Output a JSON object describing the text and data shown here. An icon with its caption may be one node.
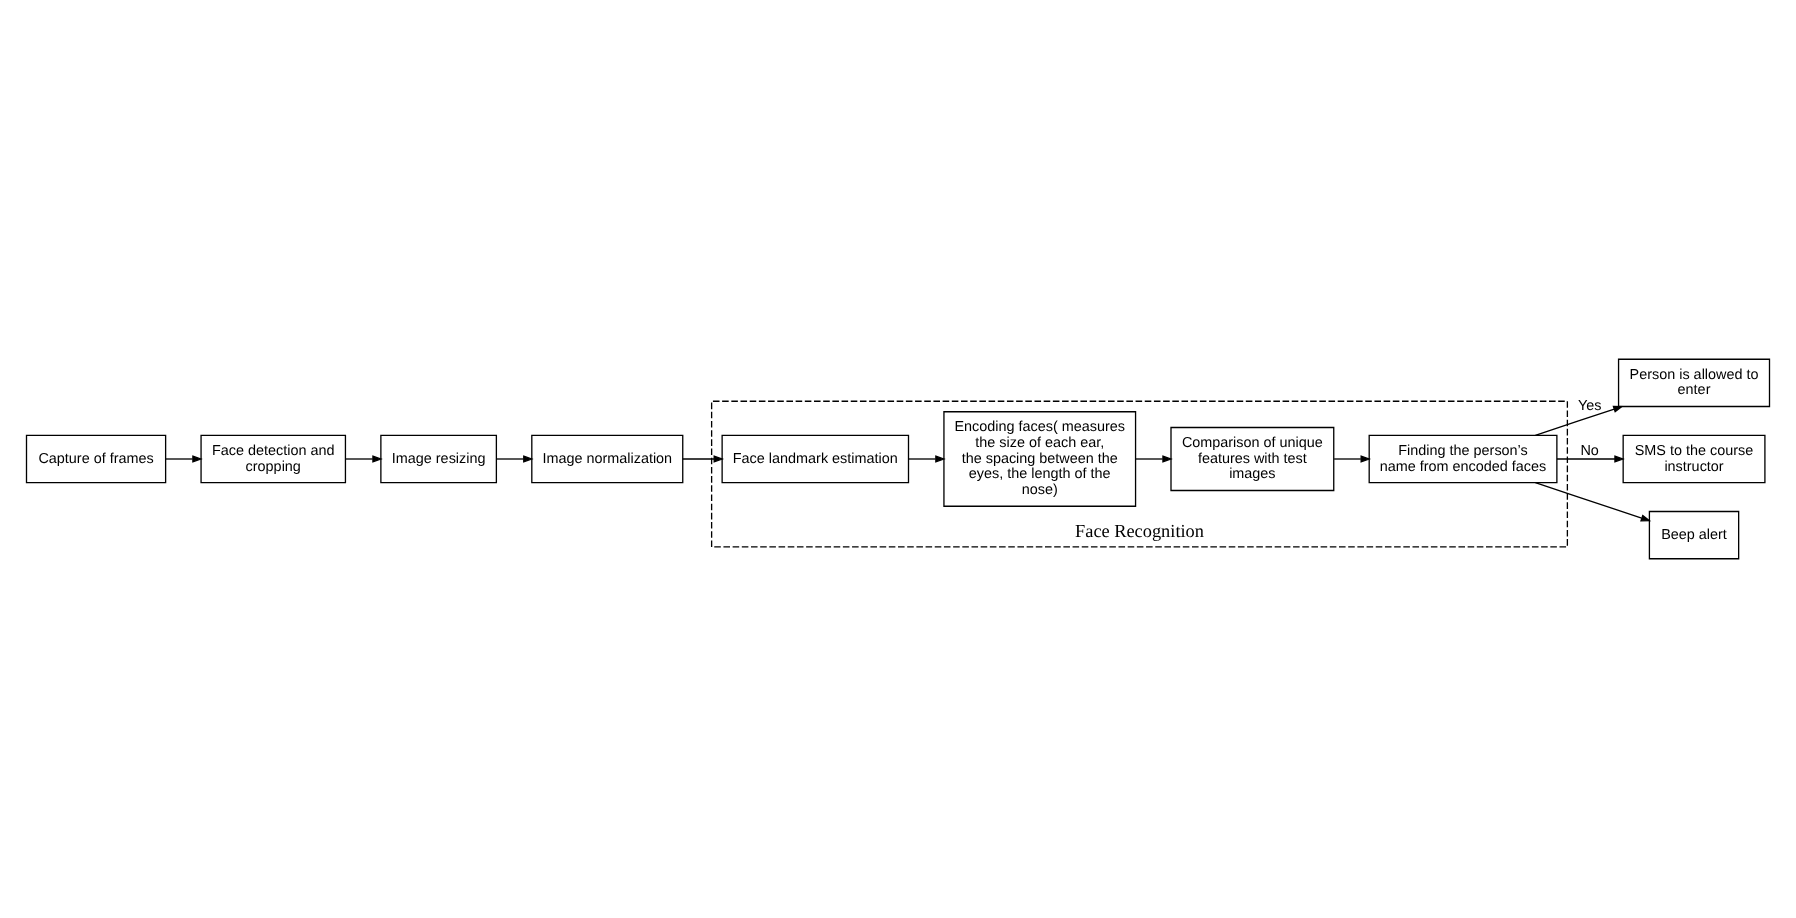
{
  "diagram": {
    "nodes": [
      {
        "text": [
          "Capture of frames"
        ]
      },
      {
        "text": [
          "Face detection and cropping"
        ]
      },
      {
        "text": [
          "Image resizing"
        ]
      },
      {
        "text": [
          "Image normalization"
        ]
      },
      {
        "text": [
          "Face Recognition"
        ]
      },
      {
        "text": [
          "Face landmark estimation"
        ],
        "in": 4
      },
      {
        "text": [
          "Encoding faces( measures the size of each ear, the spacing between the eyes, the length of the nose)"
        ],
        "in": 4
      },
      {
        "text": [
          "Comparison of unique features with test images"
        ],
        "in": 4
      },
      {
        "text": [
          "Finding the person’s name from encoded faces"
        ],
        "in": 4
      },
      {
        "text": [
          "Person is allowed to enter"
        ]
      },
      {
        "text": [
          "SMS to the course instructor"
        ]
      },
      {
        "text": [
          "Beep alert"
        ]
      }
    ],
    "edges": [
      {
        "from": 0,
        "to": 1,
        "arrow": "to"
      },
      {
        "from": 1,
        "to": 2,
        "arrow": "to"
      },
      {
        "from": 2,
        "to": 3,
        "arrow": "to"
      },
      {
        "from": 3,
        "to": 5,
        "arrow": "to"
      },
      {
        "from": 5,
        "to": 6,
        "arrow": "to"
      },
      {
        "from": 6,
        "to": 7,
        "arrow": "to"
      },
      {
        "from": 7,
        "to": 8,
        "arrow": "to"
      },
      {
        "from": 8,
        "to": 9,
        "arrow": "to",
        "label": "Yes"
      },
      {
        "from": 8,
        "to": 10,
        "arrow": "to",
        "label": "No"
      },
      {
        "from": 8,
        "to": 11,
        "arrow": "to"
      }
    ]
  }
}
